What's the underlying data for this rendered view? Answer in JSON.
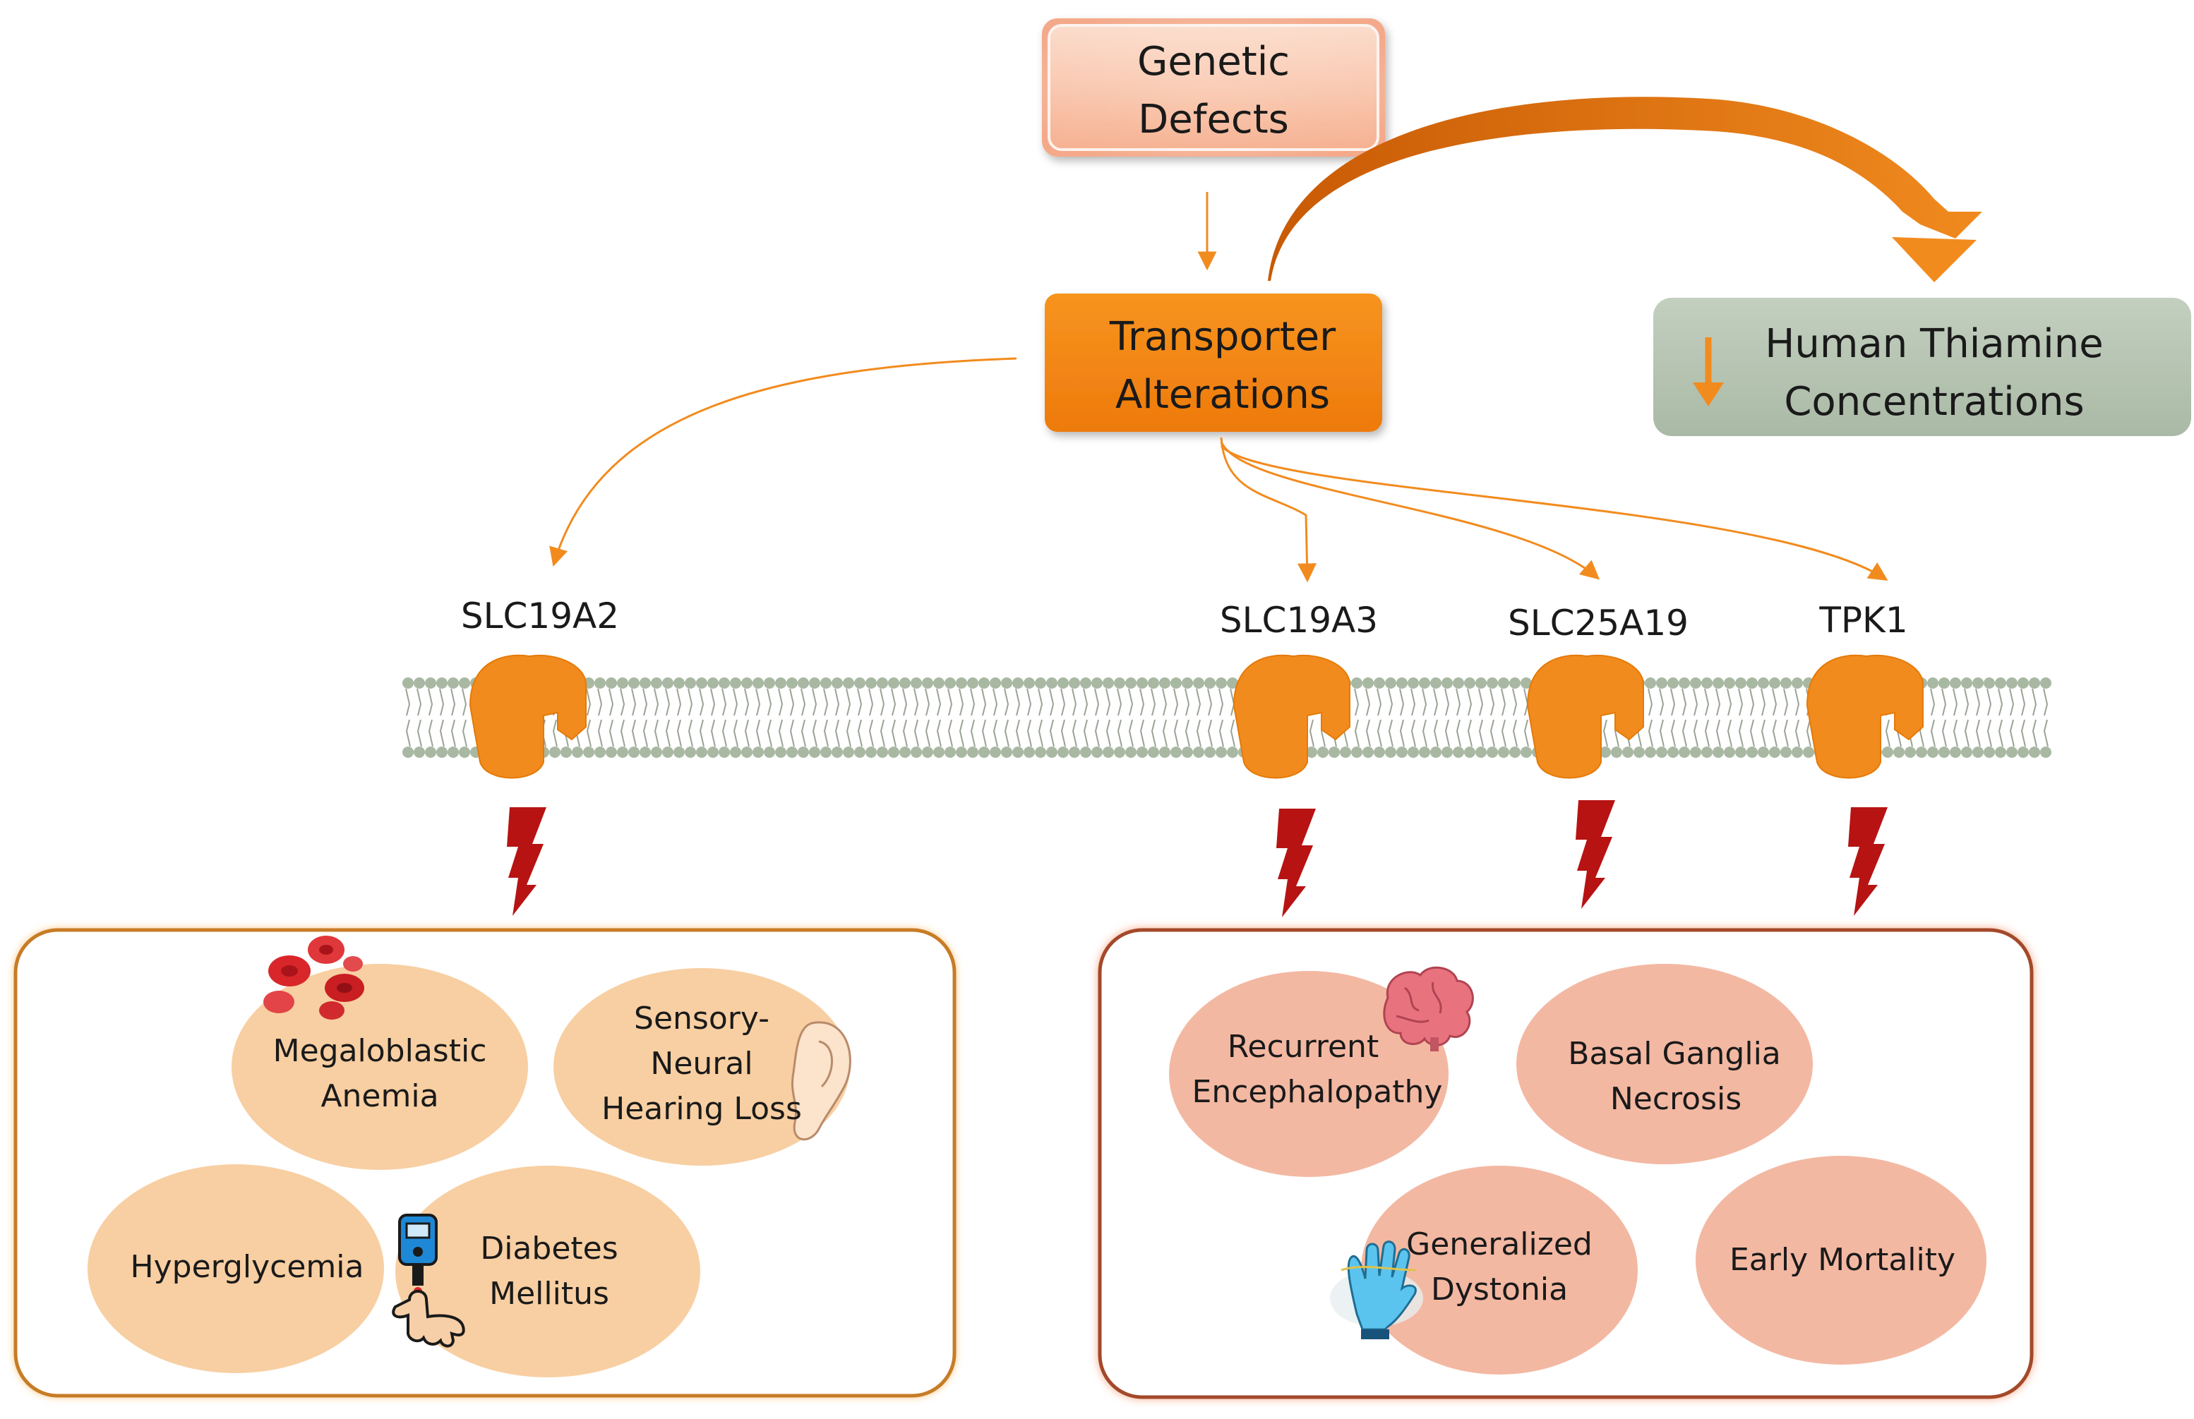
{
  "top": {
    "genetic_defects": [
      "Genetic",
      "Defects"
    ],
    "transporter_alterations": [
      "Transporter",
      "Alterations"
    ],
    "thiamine": [
      "Human Thiamine",
      "Concentrations"
    ]
  },
  "genes": {
    "slc19a2": "SLC19A2",
    "slc19a3": "SLC19A3",
    "slc25a19": "SLC25A19",
    "tpk1": "TPK1"
  },
  "left_panel": {
    "megaloblastic": [
      "Megaloblastic",
      "Anemia"
    ],
    "hearing": [
      "Sensory-",
      "Neural",
      "Hearing Loss"
    ],
    "hyperglycemia": "Hyperglycemia",
    "diabetes": [
      "Diabetes",
      "Mellitus"
    ]
  },
  "right_panel": {
    "encephalopathy": [
      "Recurrent",
      "Encephalopathy"
    ],
    "basal": [
      "Basal Ganglia",
      "Necrosis"
    ],
    "dystonia": [
      "Generalized",
      "Dystonia"
    ],
    "mortality": "Early Mortality"
  },
  "colors": {
    "orange": "#f28b1e",
    "orange_dark": "#e06b00",
    "peach_left": "#f8cfa2",
    "salmon_right": "#f3b8a2",
    "bolt": "#b71313",
    "membrane": "#a9b8a2",
    "thiamine_box": "#b6c4b2"
  }
}
